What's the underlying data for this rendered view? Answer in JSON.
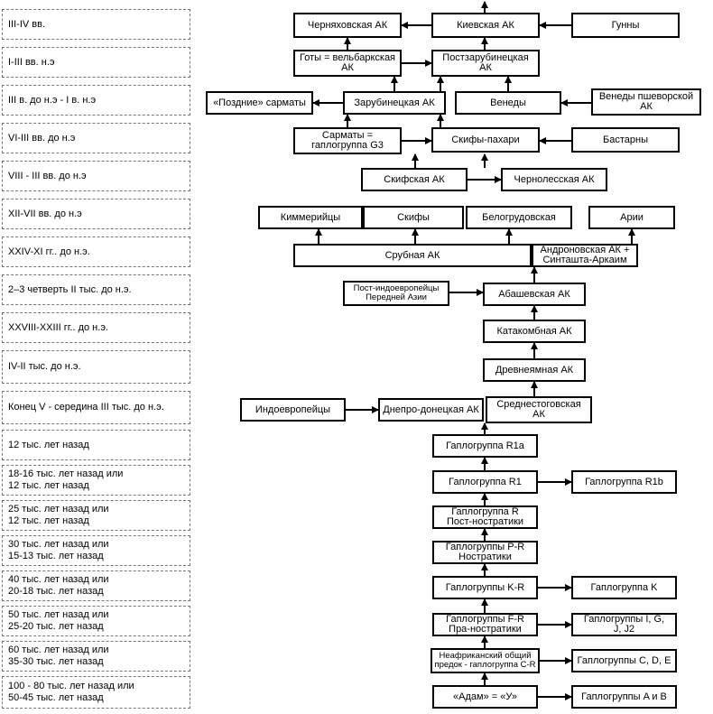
{
  "eras": [
    "III-IV вв.",
    "I-III вв. н.э",
    "III в. до н.э - I в. н.э",
    "VI-III вв. до н.э",
    "VIII - III вв. до н.э",
    "XII-VII вв. до н.э",
    "XXIV-XI гг.. до н.э.",
    "2–3 четверть II тыс. до н.э.",
    "XXVIII-XXIII гг.. до н.э.",
    "IV-II тыс. до н.э.",
    "Конец V - середина III тыс. до н.э.",
    "12 тыс. лет назад",
    "18-16 тыс. лет назад или\n12 тыс. лет назад",
    "25 тыс. лет назад или\n12 тыс. лет назад",
    "30 тыс. лет назад или\n15-13 тыс. лет назад",
    "40 тыс. лет назад или\n20-18 тыс. лет назад",
    "50 тыс. лет назад или\n25-20 тыс. лет назад",
    "60 тыс. лет назад или\n35-30 тыс. лет назад",
    "100 - 80 тыс. лет назад или\n50-45 тыс. лет назад"
  ],
  "nodes": {
    "chernyakhov": "Черняховская АК",
    "kiev": "Киевская АК",
    "huns": "Гунны",
    "goths": "Готы = вельбаркская\nАК",
    "postzarub": "Постзарубинецкая\nАК",
    "late_sarmat": "«Поздние» сарматы",
    "zarub": "Зарубинецкая АК",
    "veneti": "Венеды",
    "veneti_pshev": "Венеды пшеворской\nАК",
    "sarmat": "Сарматы =\nгаплогруппа G3",
    "scyth_plough": "Скифы-пахари",
    "bastarn": "Бастарны",
    "scyth_ak": "Скифская АК",
    "chernoles": "Чернолесская АК",
    "cimmer": "Киммерийцы",
    "scyth": "Скифы",
    "belogrud": "Белогрудовская",
    "arii": "Арии",
    "srub": "Срубная АК",
    "andron": "Андроновская АК +\nСинташта-Аркаим",
    "post_ie": "Пост-индоевропейцы\nПередней Азии",
    "abash": "Абашевская АК",
    "katak": "Катакомбная АК",
    "drevnyam": "Древнеямная АК",
    "ie": "Индоевропейцы",
    "dnepr": "Днепро-донецкая АК",
    "srednestog": "Среднестоговская\nАК",
    "r1a": "Гаплогруппа R1a",
    "r1": "Гаплогруппа R1",
    "r1b": "Гаплогруппа R1b",
    "r_post": "Гаплогруппа R\nПост-ностратики",
    "pr": "Гаплогруппы P-R\nНостратики",
    "kr": "Гаплогруппы K-R",
    "k": "Гаплогруппа K",
    "fr": "Гаплогруппы F-R\nПра-ностратики",
    "igj": "Гаплогруппы I, G,\nJ, J2",
    "cr": "Неафриканский общий\nпредок - гаплогруппа C-R",
    "cde": "Гаплогруппы C, D, E",
    "adam": "«Адам» = «У»",
    "ab": "Гаплогруппы A и B"
  }
}
